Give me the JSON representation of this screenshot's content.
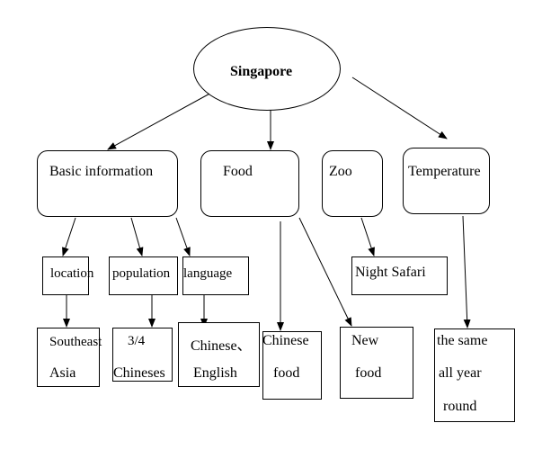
{
  "root": {
    "label": "Singapore"
  },
  "categories": {
    "basic": "Basic information",
    "food": "Food",
    "zoo": "Zoo",
    "temperature": "Temperature"
  },
  "basic_children": {
    "location": "location",
    "population": "population",
    "language": "language"
  },
  "leaves": {
    "location": [
      "Southeast",
      "Asia"
    ],
    "population": [
      "3/4",
      "Chineses"
    ],
    "language": [
      "Chinese、",
      "English"
    ],
    "food_chinese": [
      "Chinese",
      "food"
    ],
    "food_new": [
      "New",
      "food"
    ],
    "zoo": [
      "Night Safari"
    ],
    "temperature": [
      "the same",
      "all year",
      "round"
    ]
  }
}
